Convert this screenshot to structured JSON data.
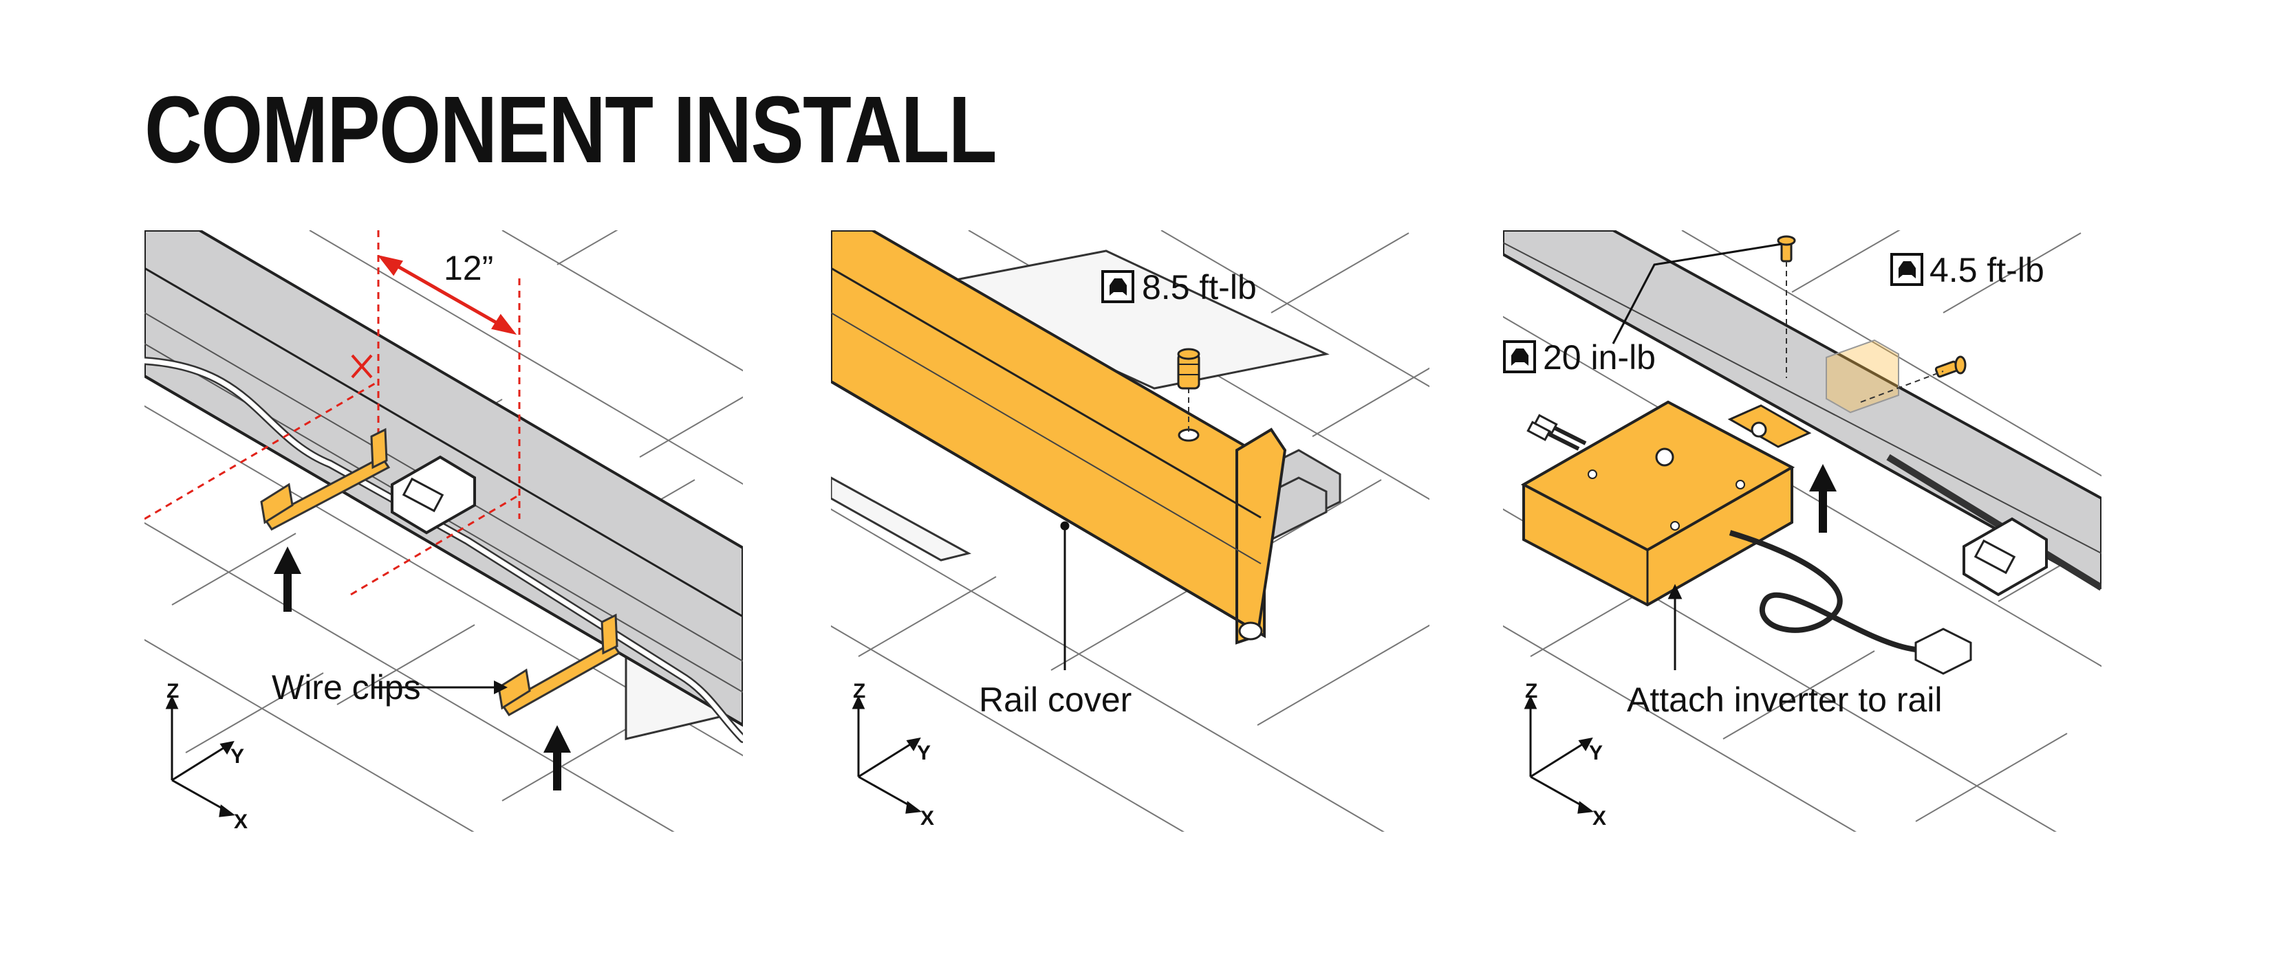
{
  "title": "COMPONENT INSTALL",
  "colors": {
    "accent": "#FBB93F",
    "rail": "#CFCFD0",
    "measure": "#E2231A",
    "line": "#222222"
  },
  "axes": {
    "z": "Z",
    "y": "Y",
    "x": "X"
  },
  "panels": [
    {
      "measurement": "12”",
      "labels": {
        "wire_clips": "Wire clips"
      }
    },
    {
      "torque": "8.5 ft-lb",
      "labels": {
        "rail_cover": "Rail cover"
      }
    },
    {
      "torque_a": "20 in-lb",
      "torque_b": "4.5 ft-lb",
      "labels": {
        "attach": "Attach inverter to rail"
      }
    }
  ]
}
